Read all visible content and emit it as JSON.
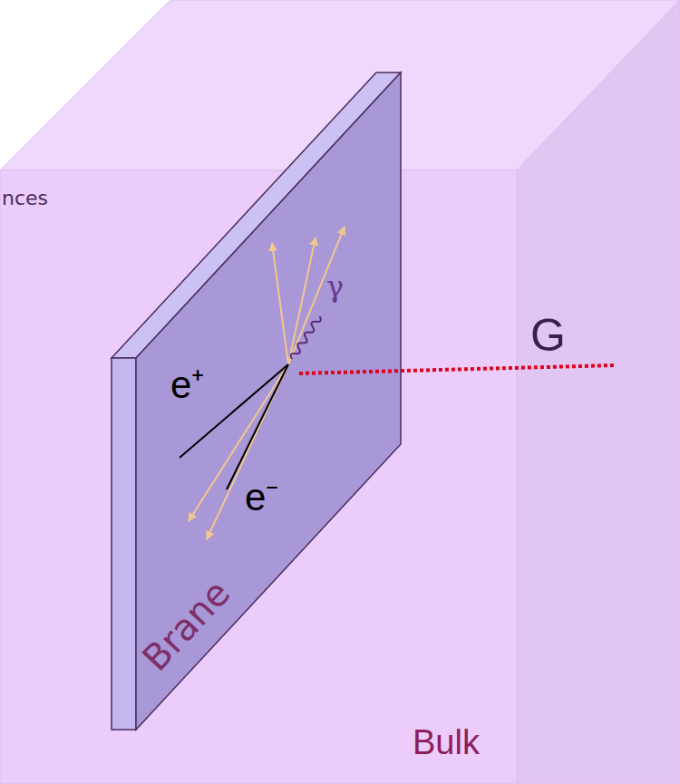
{
  "diagram": {
    "labels": [
      "nces",
      "e⁺",
      "γ",
      "G",
      "e⁻",
      "Brane",
      "Bulk"
    ]
  }
}
